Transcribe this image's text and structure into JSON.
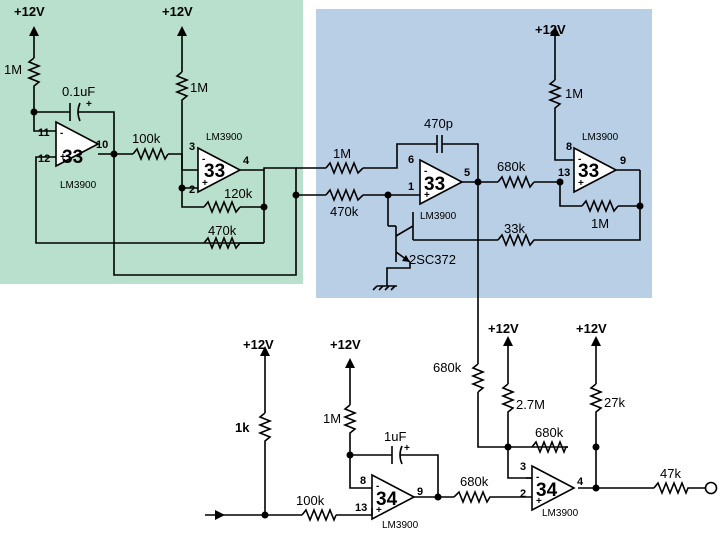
{
  "colors": {
    "green_panel": "#b9e0cc",
    "blue_panel": "#b8cfe6",
    "wire": "#000000"
  },
  "supply": {
    "label": "+12V"
  },
  "opamps": {
    "a1": {
      "unit": "33",
      "part": "LM3900",
      "pin_inv": "11",
      "pin_noninv": "12",
      "pin_out": "10"
    },
    "a2": {
      "unit": "33",
      "part": "LM3900",
      "pin_inv": "3",
      "pin_noninv": "2",
      "pin_out": "4"
    },
    "a3": {
      "unit": "33",
      "part": "LM3900",
      "pin_inv": "6",
      "pin_noninv": "1",
      "pin_out": "5"
    },
    "a4": {
      "unit": "33",
      "part": "LM3900",
      "pin_inv": "8",
      "pin_noninv": "13",
      "pin_out": "9"
    },
    "b1": {
      "unit": "34",
      "part": "LM3900",
      "pin_inv": "8",
      "pin_noninv": "13",
      "pin_out": "9"
    },
    "b2": {
      "unit": "34",
      "part": "LM3900",
      "pin_inv": "3",
      "pin_noninv": "2",
      "pin_out": "4"
    }
  },
  "components": {
    "r_1m_a": "1M",
    "c_01uf": "0.1uF",
    "r_1m_b": "1M",
    "r_100k_a": "100k",
    "r_120k": "120k",
    "r_470k_a": "470k",
    "r_1m_c": "1M",
    "r_470k_b": "470k",
    "c_470p": "470p",
    "r_680k_a": "680k",
    "r_1m_d": "1M",
    "r_1m_e": "1M",
    "r_33k": "33k",
    "transistor": "2SC372",
    "r_680k_b": "680k",
    "r_1k": "1k",
    "r_1m_f": "1M",
    "c_1uf": "1uF",
    "r_100k_b": "100k",
    "r_680k_c": "680k",
    "r_27m": "2.7M",
    "r_680k_d": "680k",
    "r_27k": "27k",
    "r_47k": "47k"
  }
}
